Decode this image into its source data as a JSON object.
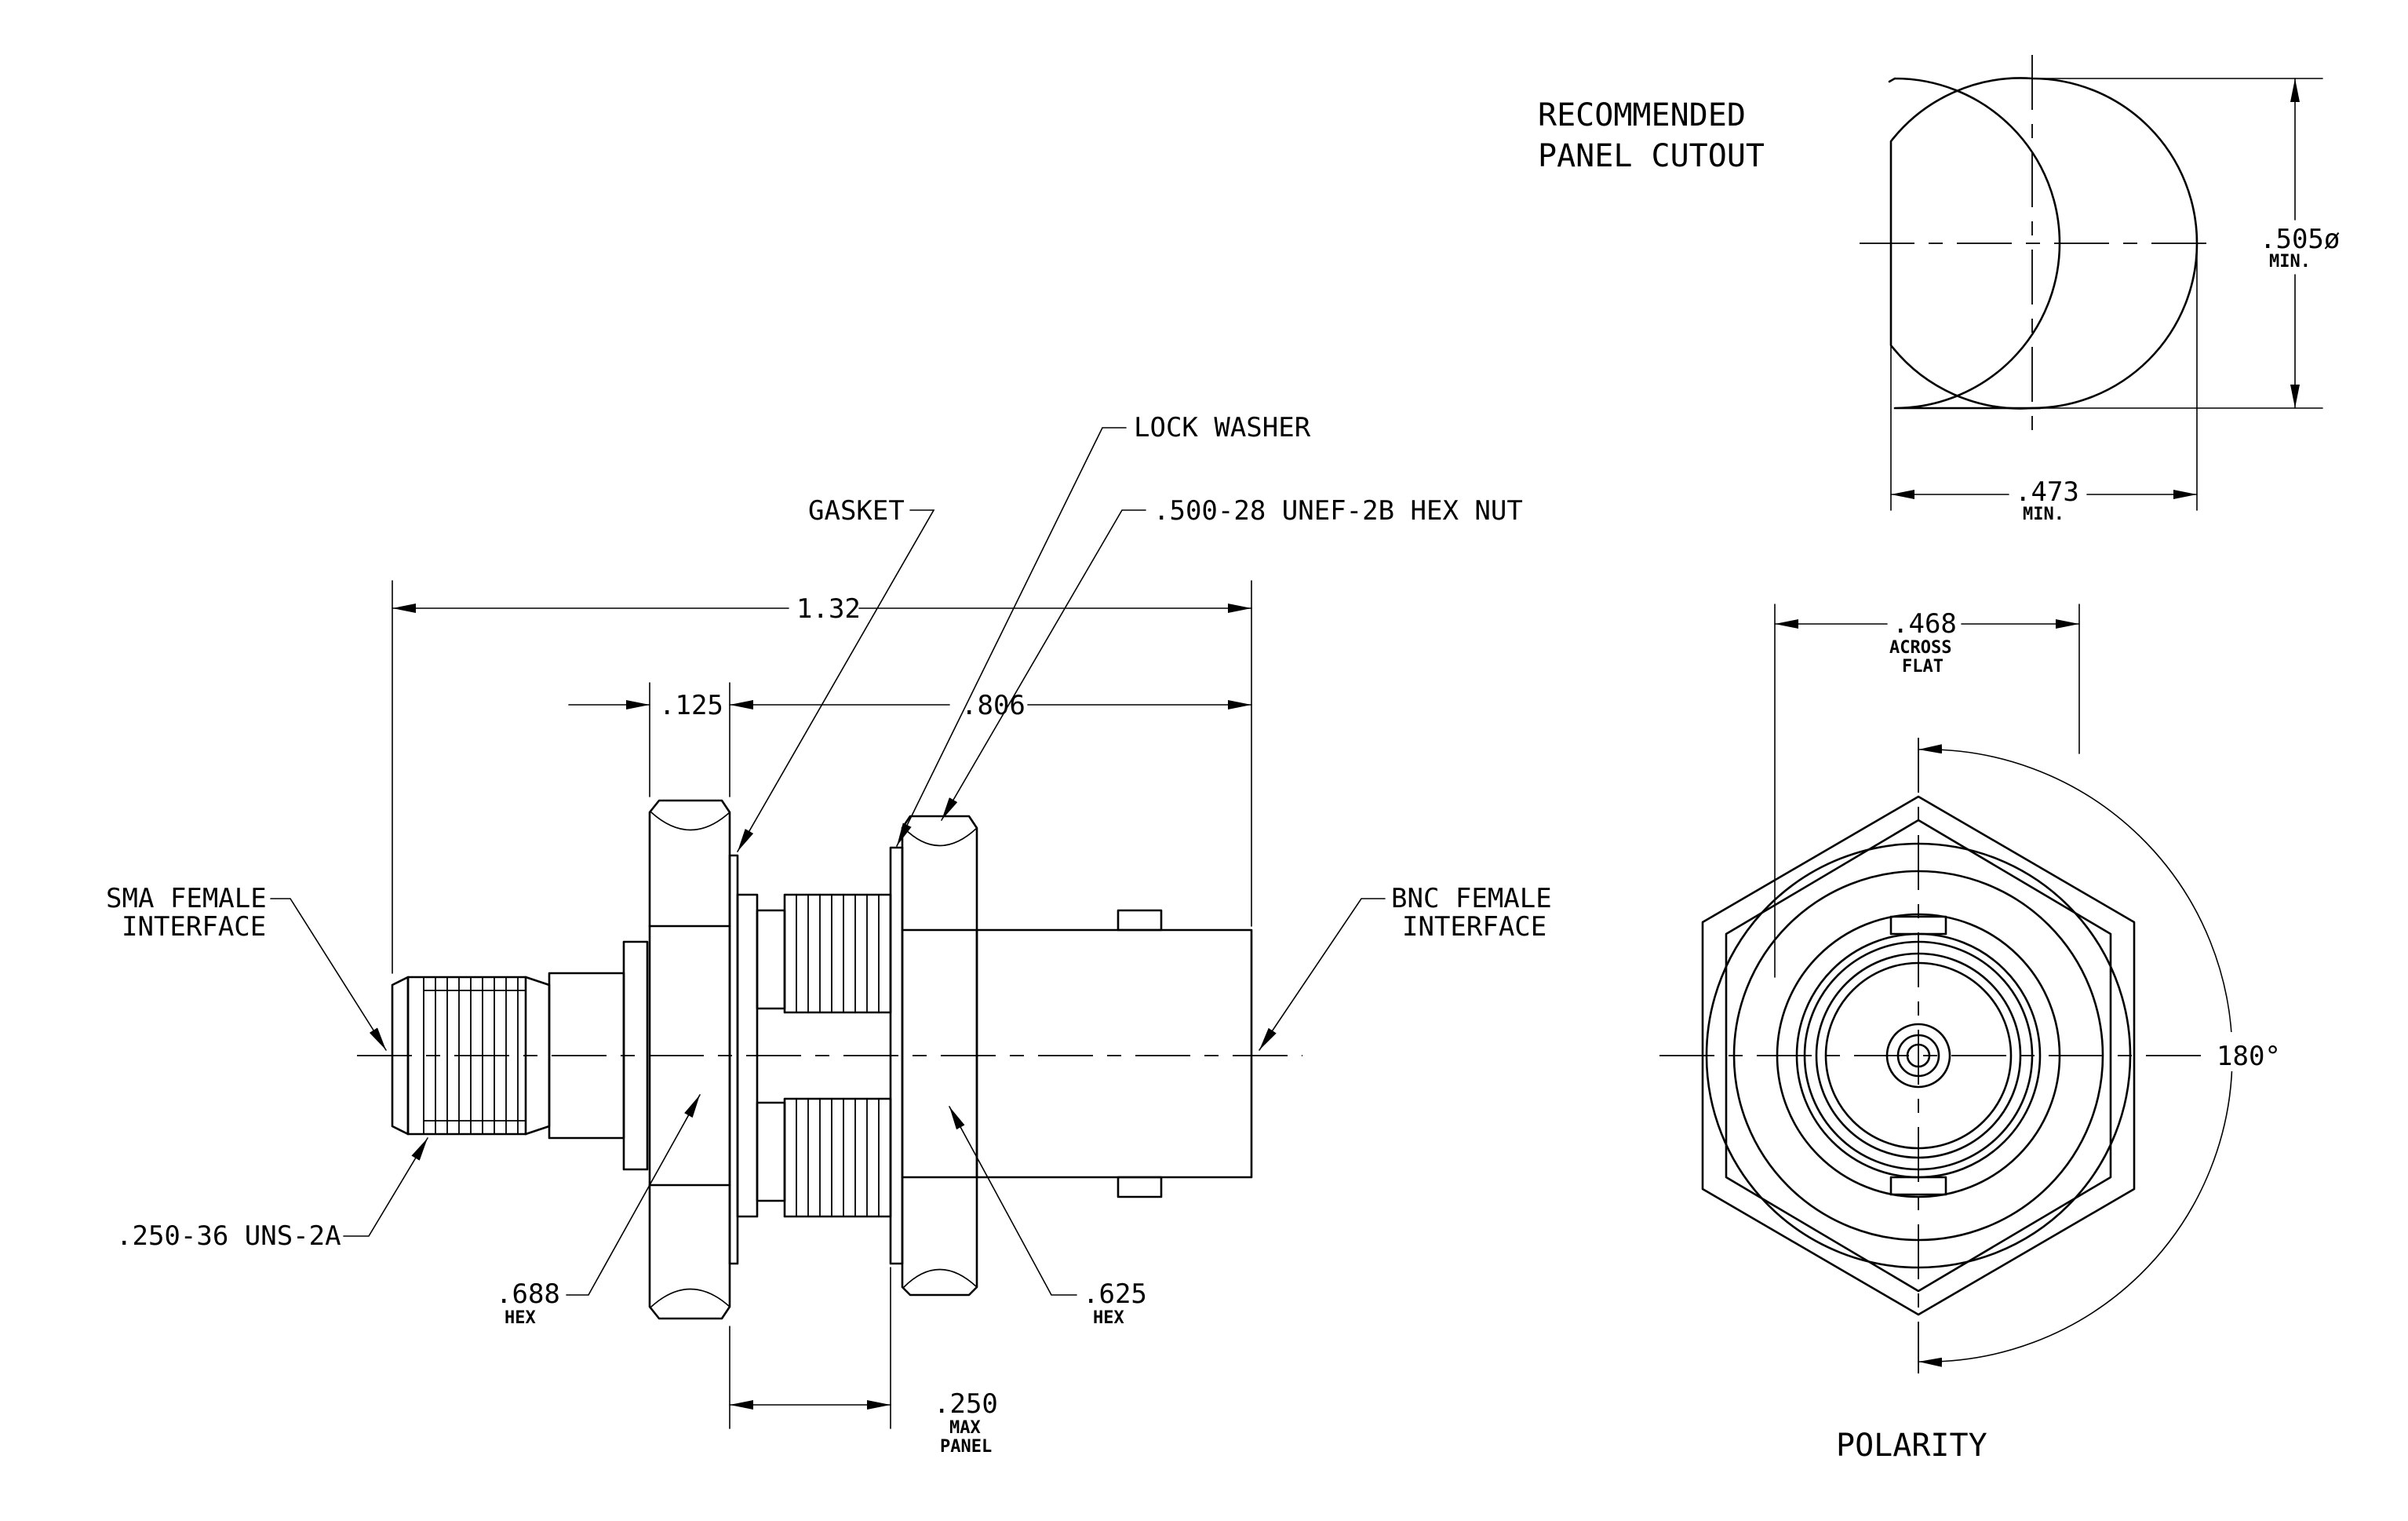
{
  "panel_cutout": {
    "title_line1": "RECOMMENDED",
    "title_line2": "PANEL CUTOUT",
    "dim_height_value": ".505ø",
    "dim_height_note": "MIN.",
    "dim_width_value": ".473",
    "dim_width_note": "MIN."
  },
  "side_view": {
    "dim_overall": "1.32",
    "dim_flange": ".125",
    "dim_body": ".806",
    "dim_panel_value": ".250",
    "dim_panel_note1": "MAX",
    "dim_panel_note2": "PANEL",
    "callout_gasket": "GASKET",
    "callout_lock_washer": "LOCK WASHER",
    "callout_hex_nut": ".500-28 UNEF-2B HEX NUT",
    "callout_sma_line1": "SMA FEMALE",
    "callout_sma_line2": "INTERFACE",
    "callout_bnc_line1": "BNC FEMALE",
    "callout_bnc_line2": "INTERFACE",
    "callout_thread": ".250-36 UNS-2A",
    "callout_hex688_value": ".688",
    "callout_hex688_note": "HEX",
    "callout_hex625_value": ".625",
    "callout_hex625_note": "HEX"
  },
  "end_view": {
    "dim_flat_value": ".468",
    "dim_flat_note1": "ACROSS",
    "dim_flat_note2": "FLAT",
    "angle_label": "180°",
    "caption": "POLARITY"
  }
}
